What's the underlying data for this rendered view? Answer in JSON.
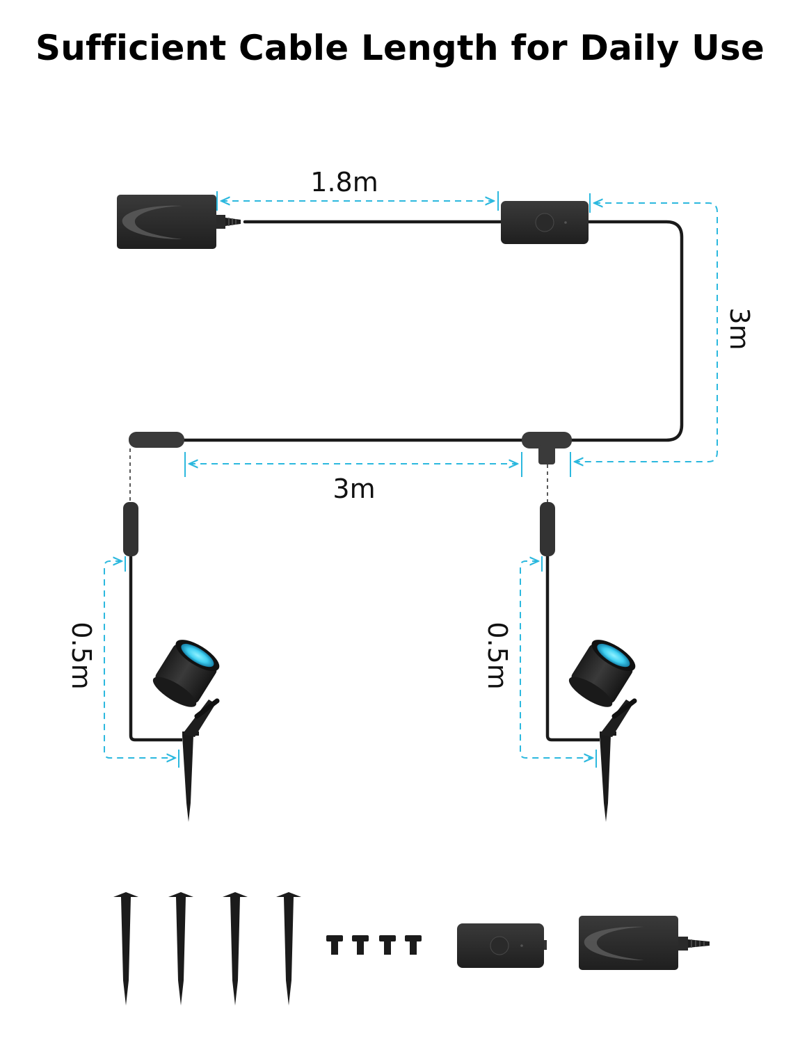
{
  "title": "Sufficient Cable Length for Daily Use",
  "dimensions": {
    "power_to_controller": "1.8m",
    "controller_to_splitter": "3m",
    "extension_cable": "3m",
    "left_light_cable": "0.5m",
    "right_light_cable": "0.5m"
  },
  "colors": {
    "dimension_line": "#2bb8de",
    "device_body": "#2b2b2b",
    "cable": "#1a1a1a",
    "lens_glow": "#3fd0f2"
  },
  "icons": {
    "power_adapter": "power-adapter-icon",
    "controller": "controller-box-icon",
    "splitter": "t-splitter-icon",
    "spotlight": "spotlight-icon",
    "stake": "ground-stake-icon",
    "screw": "screw-icon"
  },
  "accessories": {
    "stakes_count": 4,
    "screws_count": 4
  }
}
